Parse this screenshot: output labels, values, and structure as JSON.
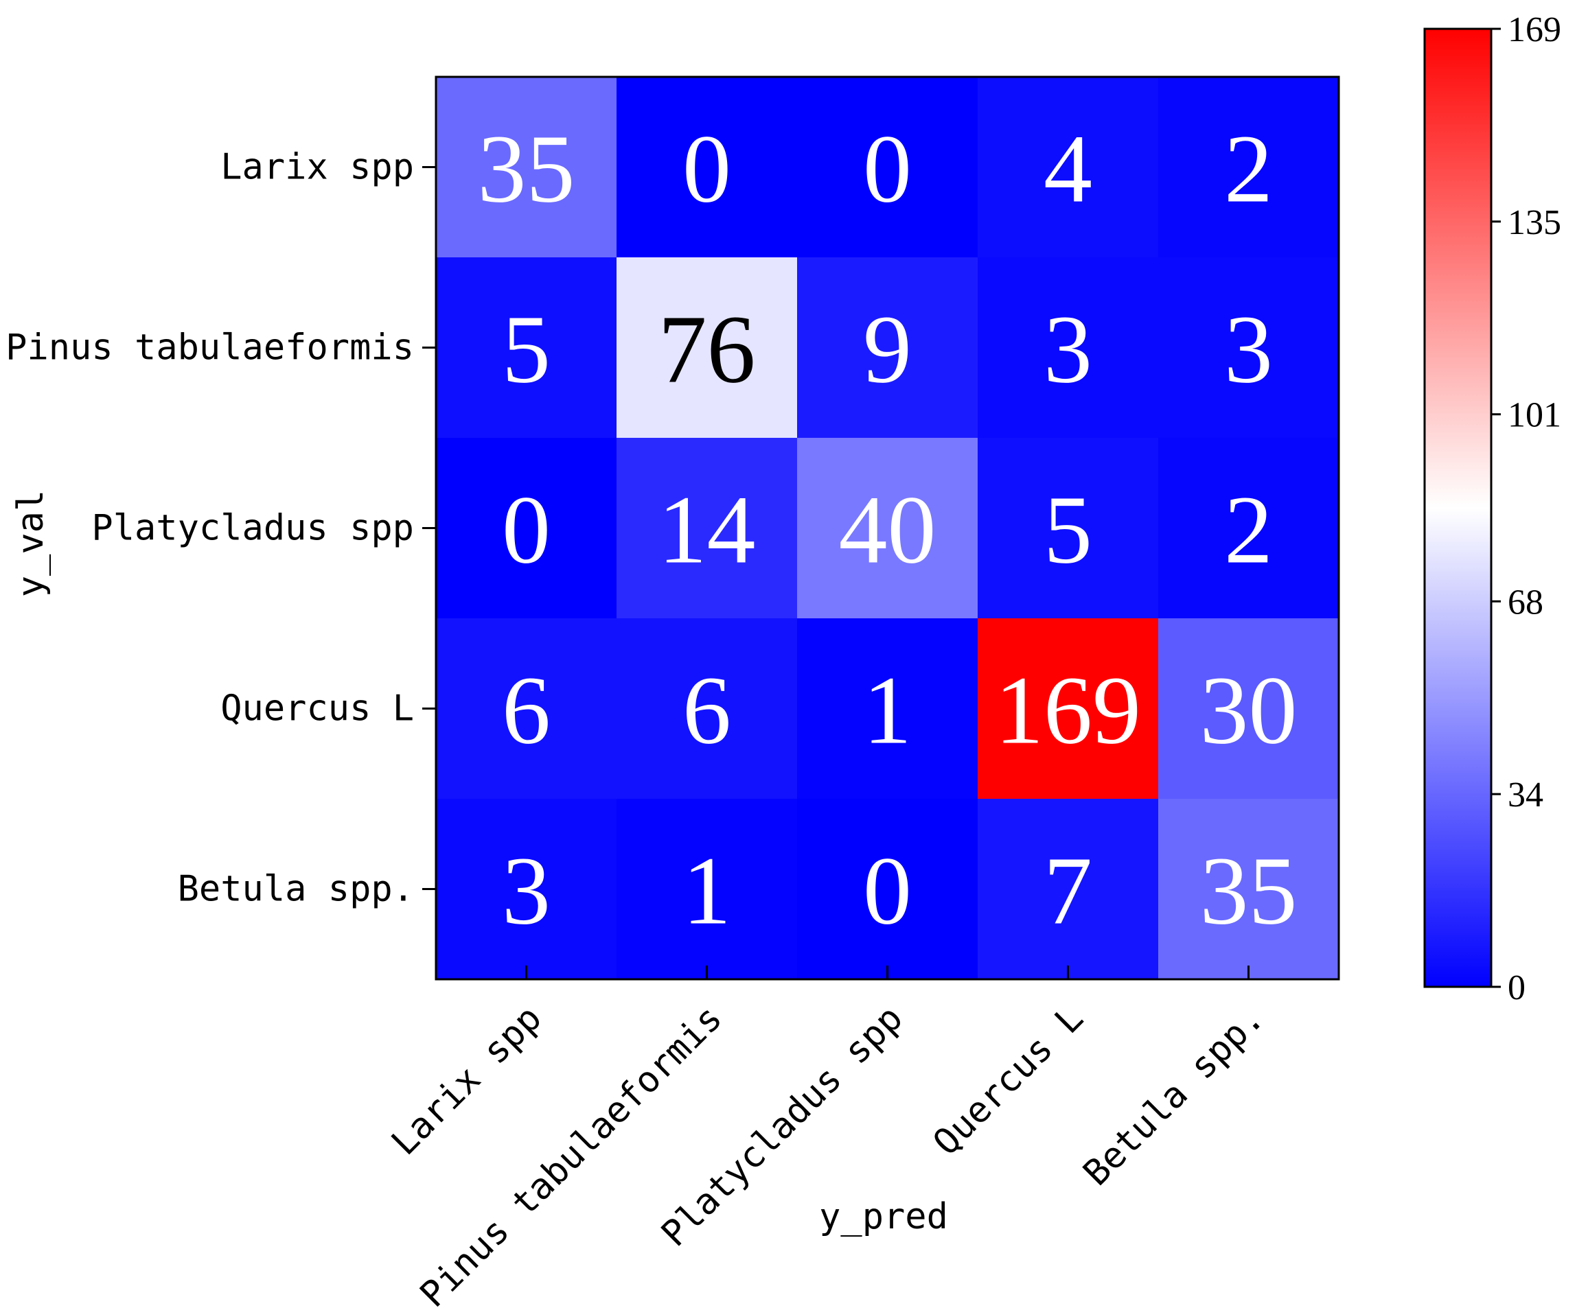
{
  "chart_data": {
    "type": "heatmap",
    "xlabel": "y_pred",
    "ylabel": "y_val",
    "x_categories": [
      "Larix spp",
      "Pinus tabulaeformis",
      "Platycladus spp",
      "Quercus L",
      "Betula spp."
    ],
    "y_categories": [
      "Larix spp",
      "Pinus tabulaeformis",
      "Platycladus spp",
      "Quercus L",
      "Betula spp."
    ],
    "values": [
      [
        35,
        0,
        0,
        4,
        2
      ],
      [
        5,
        76,
        9,
        3,
        3
      ],
      [
        0,
        14,
        40,
        5,
        2
      ],
      [
        6,
        6,
        1,
        169,
        30
      ],
      [
        3,
        1,
        0,
        7,
        35
      ]
    ],
    "colorbar": {
      "min": 0,
      "max": 169,
      "ticks": [
        0,
        34,
        68,
        101,
        135,
        169
      ],
      "colormap": "bwr",
      "colors": [
        "#0000ff",
        "#ffffff",
        "#ff0000"
      ]
    }
  }
}
